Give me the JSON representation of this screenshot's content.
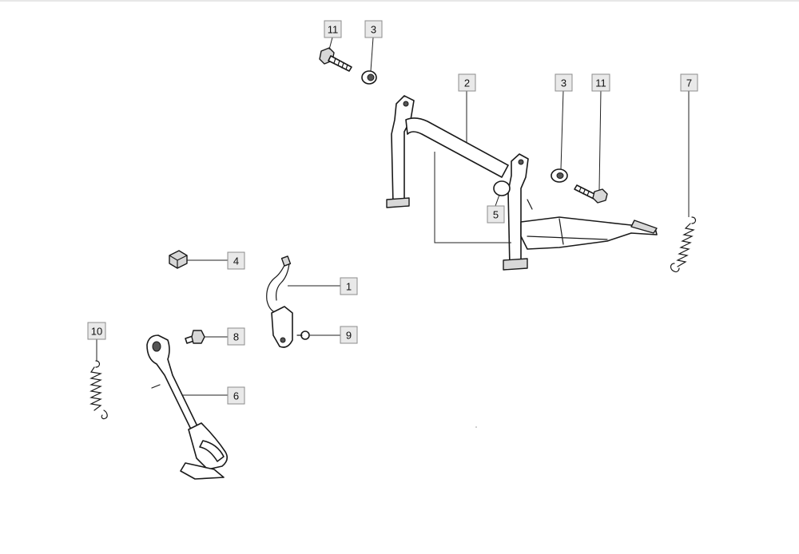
{
  "diagram": {
    "callouts": [
      {
        "id": "c11a",
        "label": "11"
      },
      {
        "id": "c3a",
        "label": "3"
      },
      {
        "id": "c2",
        "label": "2"
      },
      {
        "id": "c3b",
        "label": "3"
      },
      {
        "id": "c11b",
        "label": "11"
      },
      {
        "id": "c7",
        "label": "7"
      },
      {
        "id": "c5",
        "label": "5"
      },
      {
        "id": "c4",
        "label": "4"
      },
      {
        "id": "c1",
        "label": "1"
      },
      {
        "id": "c10",
        "label": "10"
      },
      {
        "id": "c8",
        "label": "8"
      },
      {
        "id": "c9",
        "label": "9"
      },
      {
        "id": "c6",
        "label": "6"
      }
    ]
  }
}
